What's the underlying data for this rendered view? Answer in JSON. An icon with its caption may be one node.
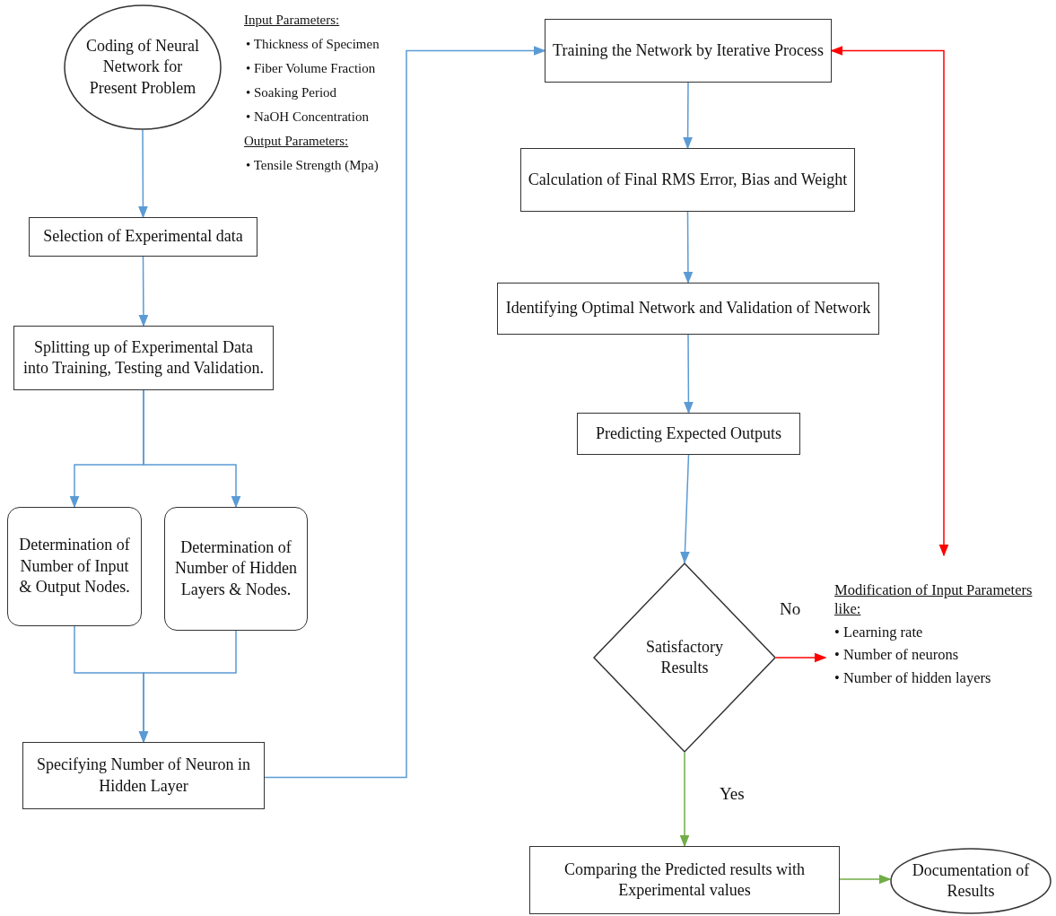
{
  "diagram": {
    "nodes": [
      {
        "text": [
          "Coding of Neural Network for Present Problem"
        ]
      },
      {
        "text": [
          "Selection of Experimental data"
        ]
      },
      {
        "text": [
          "Splitting up of Experimental Data into Training, Testing and Validation."
        ]
      },
      {
        "text": [
          "Determination of Number of Input & Output Nodes."
        ]
      },
      {
        "text": [
          "Determination of Number of Hidden Layers & Nodes."
        ]
      },
      {
        "text": [
          "Specifying Number of Neuron in Hidden Layer"
        ]
      },
      {
        "text": [
          "Training the Network by Iterative Process"
        ]
      },
      {
        "text": [
          "Calculation of Final RMS Error, Bias and Weight"
        ]
      },
      {
        "text": [
          "Identifying Optimal Network and Validation of Network"
        ]
      },
      {
        "text": [
          "Predicting Expected Outputs"
        ]
      },
      {
        "text": [
          "Satisfactory Results"
        ]
      },
      {
        "text": [
          "Modification of Input Parameters like:",
          "• Learning rate",
          "• Number of neurons",
          "• Number of hidden layers"
        ]
      },
      {
        "text": [
          "Comparing the Predicted results with Experimental values"
        ]
      },
      {
        "text": [
          "Documentation of Results"
        ]
      }
    ],
    "edges": [
      {
        "from": 0,
        "to": 1,
        "arrow": "to"
      },
      {
        "from": 1,
        "to": 2,
        "arrow": "to"
      },
      {
        "from": 2,
        "to": 3,
        "arrow": "to"
      },
      {
        "from": 2,
        "to": 4,
        "arrow": "to"
      },
      {
        "from": 3,
        "to": 5,
        "arrow": "to"
      },
      {
        "from": 4,
        "to": 5,
        "arrow": "to"
      },
      {
        "from": 5,
        "to": 6,
        "arrow": "to"
      },
      {
        "from": 6,
        "to": 7,
        "arrow": "to"
      },
      {
        "from": 7,
        "to": 8,
        "arrow": "to"
      },
      {
        "from": 8,
        "to": 9,
        "arrow": "to"
      },
      {
        "from": 9,
        "to": 10,
        "arrow": "to"
      },
      {
        "from": 10,
        "to": 11,
        "arrow": "to",
        "label": "No",
        "color": "#ff0000"
      },
      {
        "from": 11,
        "to": 6,
        "arrow": "both",
        "color": "#ff0000"
      },
      {
        "from": 10,
        "to": 12,
        "arrow": "to",
        "label": "Yes",
        "color": "#70ad47"
      },
      {
        "from": 12,
        "to": 13,
        "arrow": "to",
        "color": "#70ad47"
      }
    ],
    "labels": [
      "Input Parameters:",
      "• Thickness of Specimen",
      "• Fiber Volume Fraction",
      "• Soaking Period",
      "• NaOH Concentration",
      "Output Parameters:",
      "• Tensile Strength (Mpa)"
    ]
  }
}
